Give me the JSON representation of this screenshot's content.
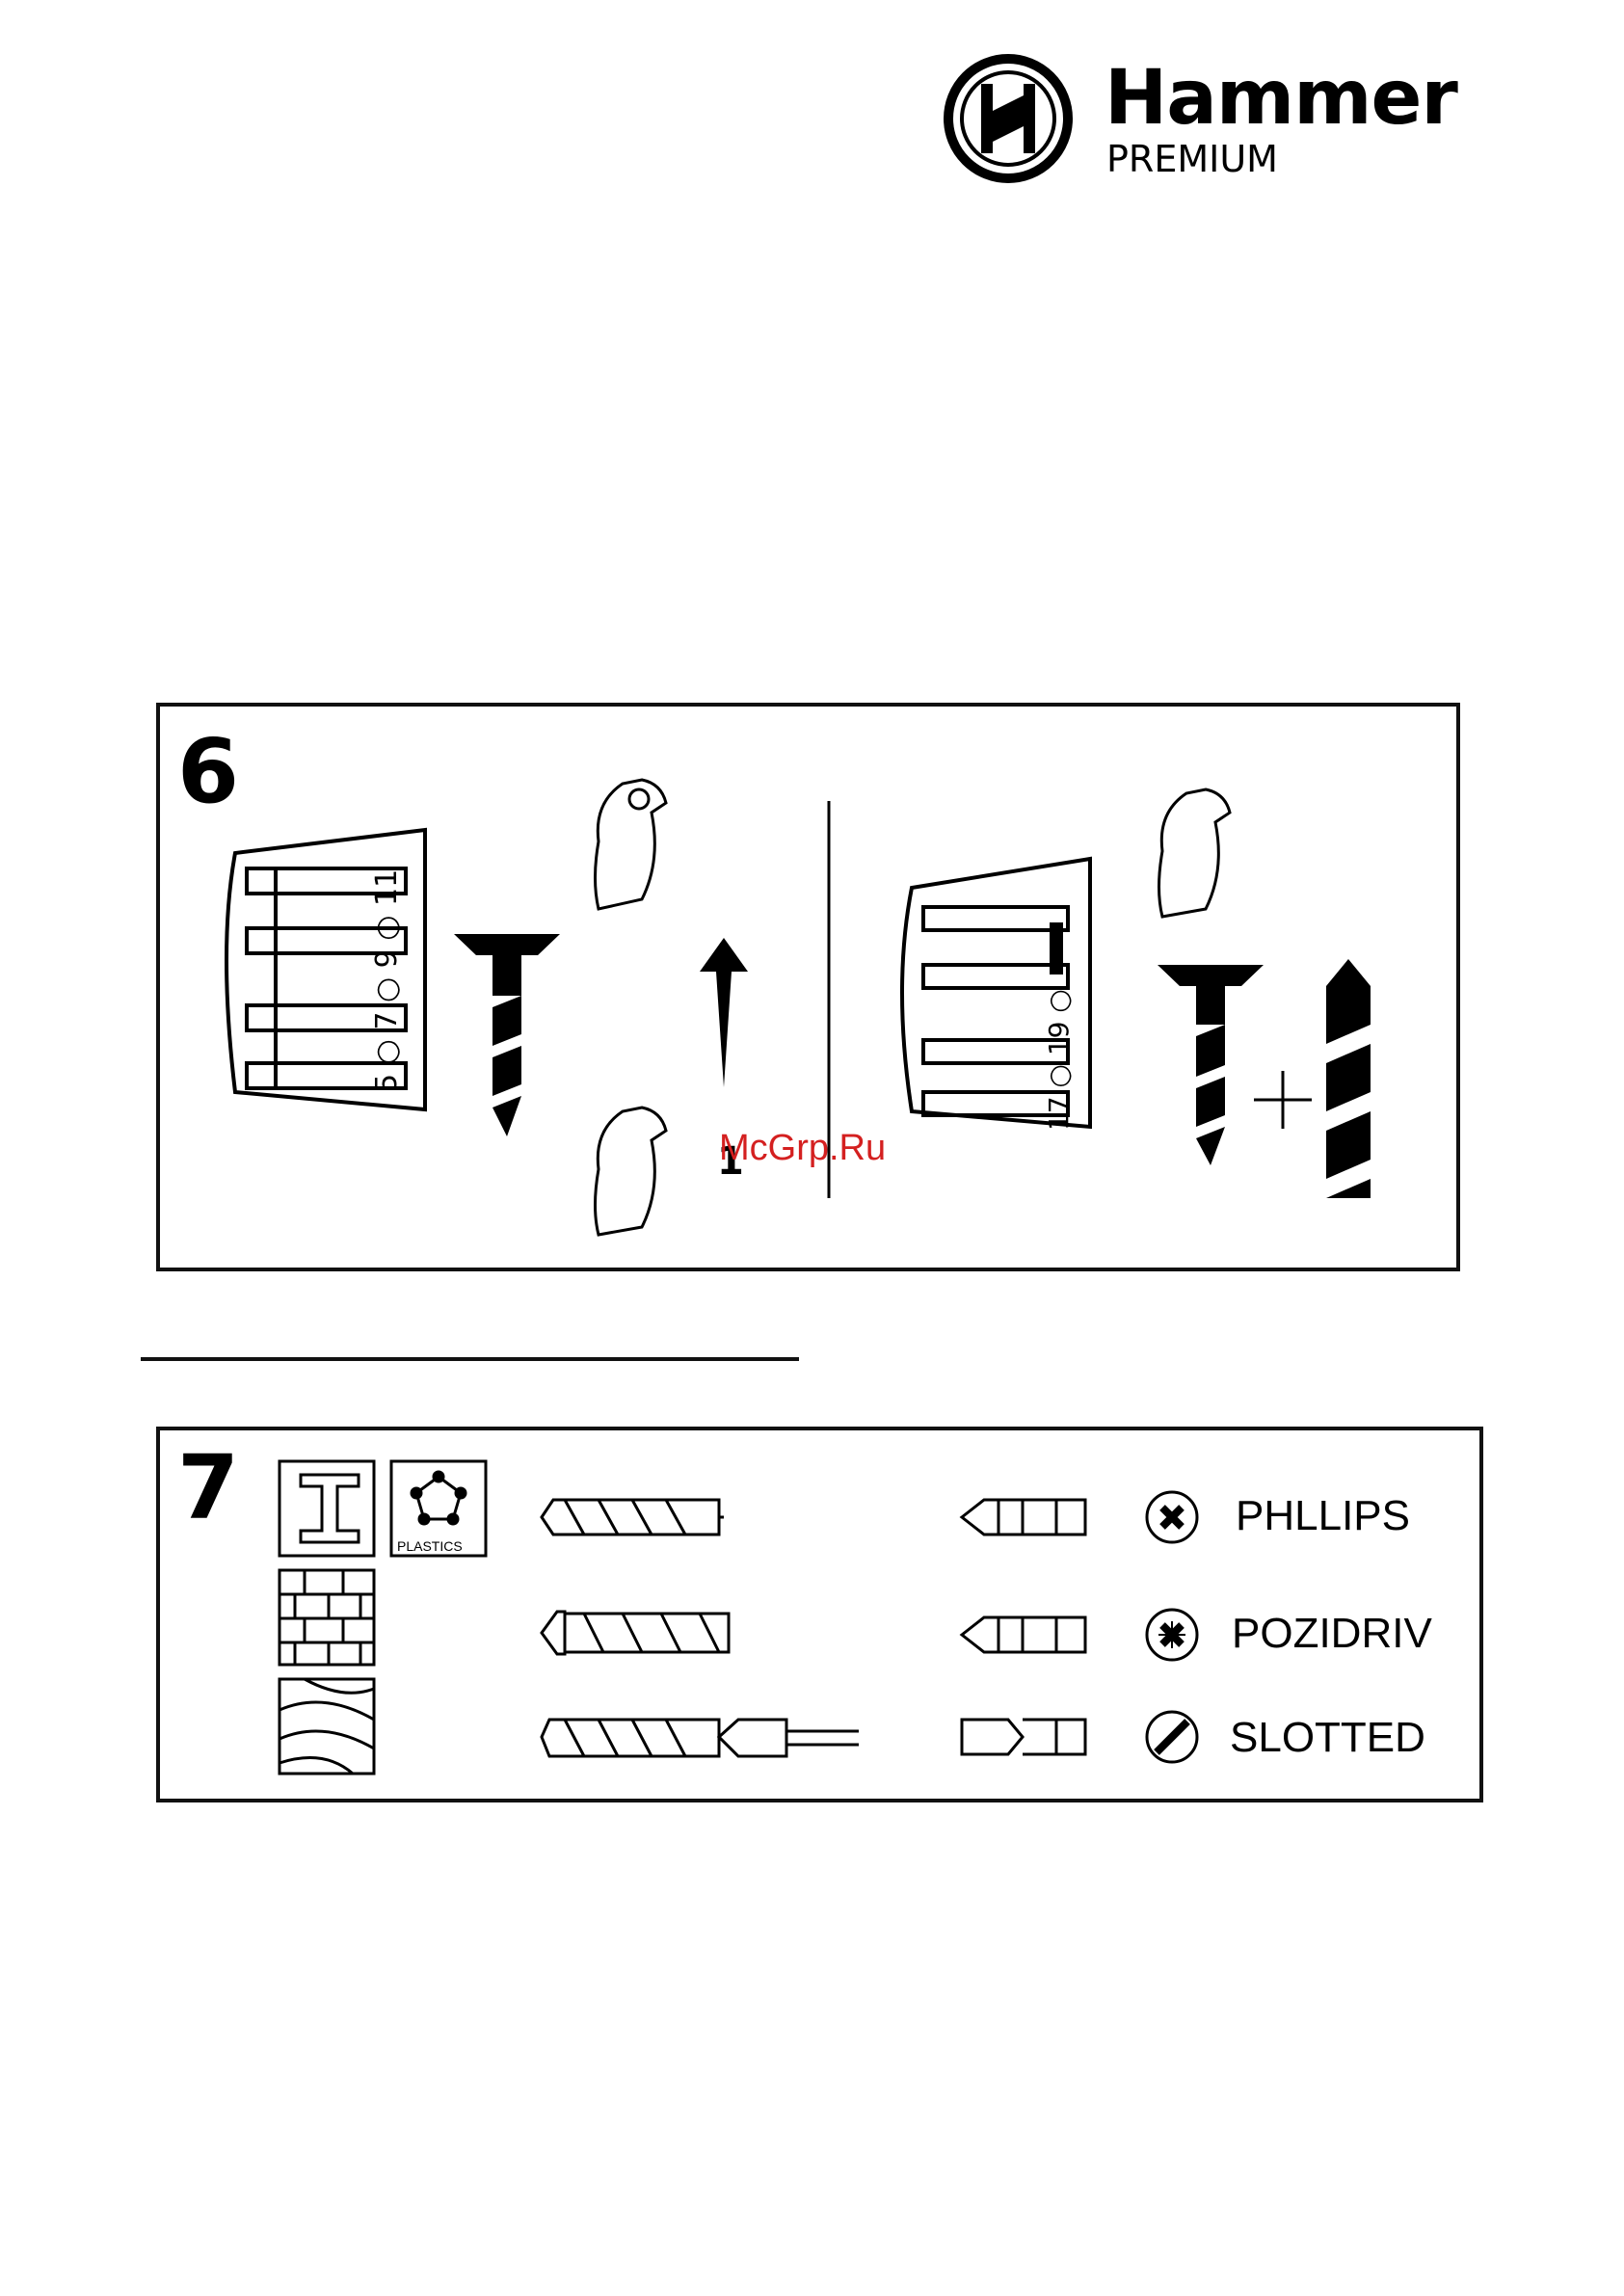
{
  "brand": {
    "name": "Hammer",
    "sub": "PREMIUM"
  },
  "figure6": {
    "number": "6"
  },
  "figure7": {
    "number": "7",
    "material_plastics": "PLASTICS",
    "bits": [
      {
        "label": "PHLLIPS",
        "icon": "phillips-head-icon"
      },
      {
        "label": "POZIDRIV",
        "icon": "pozidriv-head-icon"
      },
      {
        "label": "SLOTTED",
        "icon": "slotted-head-icon"
      }
    ]
  },
  "watermark": "McGrp.Ru"
}
